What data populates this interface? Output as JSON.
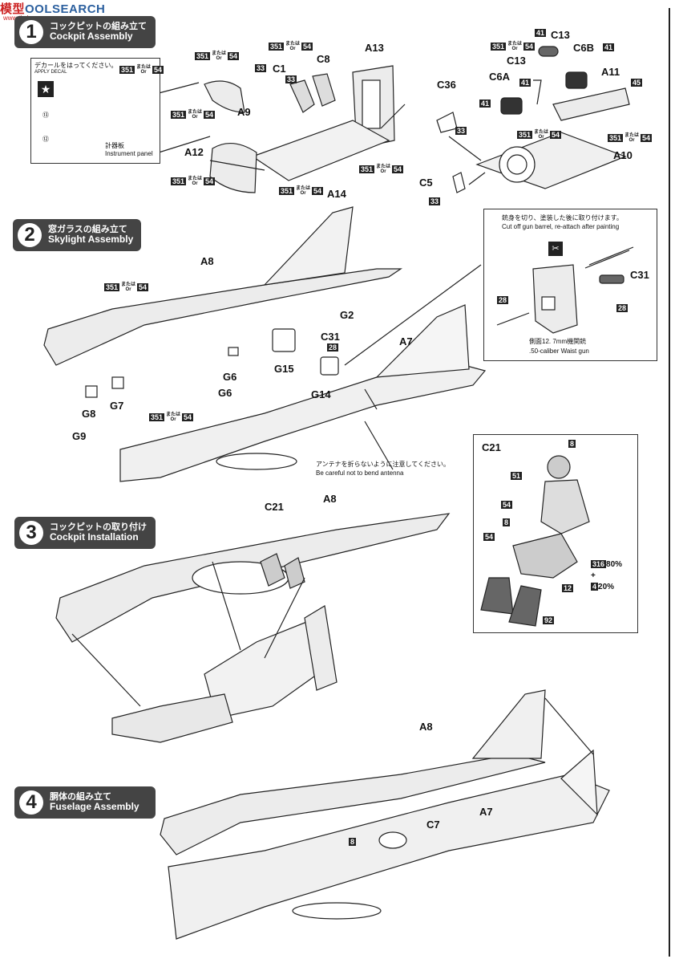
{
  "watermark": {
    "text_a": "模型",
    "text_b": "OOLSEARCH",
    "sub": "www.tbshan.com"
  },
  "steps": [
    {
      "num": "1",
      "jp": "コックピットの組み立て",
      "en": "Cockpit Assembly"
    },
    {
      "num": "2",
      "jp": "窓ガラスの組み立て",
      "en": "Skylight Assembly"
    },
    {
      "num": "3",
      "jp": "コックピットの取り付け",
      "en": "Cockpit Installation"
    },
    {
      "num": "4",
      "jp": "胴体の組み立て",
      "en": "Fuselage Assembly"
    }
  ],
  "color_code": {
    "a": "351",
    "or_jp": "または",
    "or_en": "Or",
    "b": "54"
  },
  "decal_note": {
    "jp": "デカールをはってください。",
    "en": "APPLY DECAL",
    "n13": "⑬",
    "n12": "⑫",
    "inst_jp": "計器板",
    "inst_en": "Instrument panel"
  },
  "step1_parts": {
    "A9": "A9",
    "A12": "A12",
    "A13": "A13",
    "A14": "A14",
    "C1": "C1",
    "C8": "C8",
    "c33a": "33",
    "c33b": "33",
    "C36": "C36",
    "c36code": "33",
    "C5": "C5",
    "c5code": "33",
    "C13a": "C13",
    "C13b": "C13",
    "C6A": "C6A",
    "C6B": "C6B",
    "A11": "A11",
    "A10": "A10",
    "c41a": "41",
    "c41b": "41",
    "c41c": "41",
    "c41d": "41",
    "c45": "45"
  },
  "step2_parts": {
    "A8": "A8",
    "A7": "A7",
    "G2": "G2",
    "G6a": "G6",
    "G6b": "G6",
    "G7": "G7",
    "G8": "G8",
    "G9": "G9",
    "G14": "G14",
    "G15": "G15",
    "C31": "C31",
    "c28": "28"
  },
  "waist_gun": {
    "jp": "銃身を切り、塗装した後に取り付けます。",
    "en": "Cut off gun barrel, re-attach after painting",
    "C31": "C31",
    "c28a": "28",
    "c28b": "28",
    "cap_jp": "側面12. 7mm機関銃",
    "cap_en": ".50-caliber Waist gun"
  },
  "antenna_note": {
    "jp": "アンテナを折らないように注意してください。",
    "en": "Be careful not to bend antenna"
  },
  "step3_parts": {
    "C21": "C21",
    "A8": "A8"
  },
  "figure_panel": {
    "title": "C21",
    "c8a": "8",
    "c51": "51",
    "c54a": "54",
    "c8b": "8",
    "c54b": "54",
    "c316": "316",
    "p80": "80%",
    "plus": "+",
    "c4": "4",
    "p20": "20%",
    "c12": "12",
    "c92": "92"
  },
  "step4_parts": {
    "A8": "A8",
    "A7": "A7",
    "C7": "C7",
    "c8": "8"
  }
}
